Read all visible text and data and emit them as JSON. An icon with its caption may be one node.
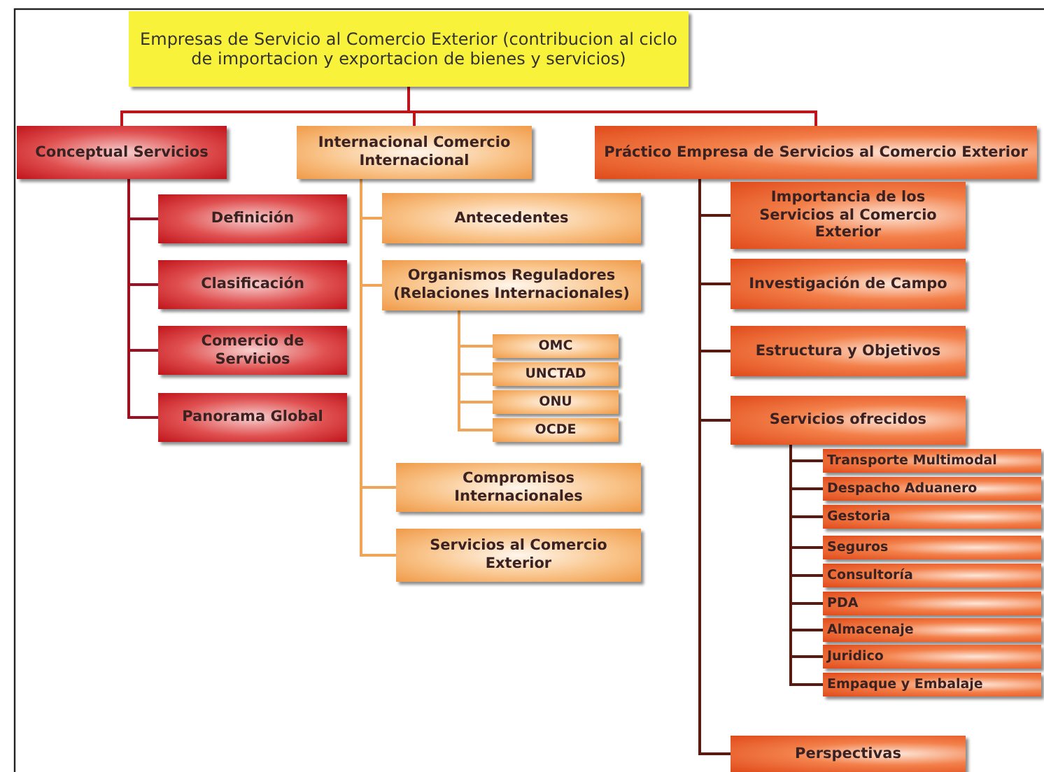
{
  "diagram": {
    "nodes": [
      {
        "text": [
          "Empresas de Servicio al Comercio Exterior (contribucion al ciclo de importacion y exportacion de bienes y servicios)"
        ]
      },
      {
        "text": [
          "Conceptual Servicios"
        ]
      },
      {
        "text": [
          "Internacional Comercio Internacional"
        ]
      },
      {
        "text": [
          "Práctico Empresa de Servicios al Comercio Exterior"
        ]
      },
      {
        "text": [
          "Definición"
        ]
      },
      {
        "text": [
          "Clasificación"
        ]
      },
      {
        "text": [
          "Comercio de Servicios"
        ]
      },
      {
        "text": [
          "Panorama Global"
        ]
      },
      {
        "text": [
          "Antecedentes"
        ]
      },
      {
        "text": [
          "Organismos Reguladores (Relaciones Internacionales)"
        ]
      },
      {
        "text": [
          "OMC"
        ]
      },
      {
        "text": [
          "UNCTAD"
        ]
      },
      {
        "text": [
          "ONU"
        ]
      },
      {
        "text": [
          "OCDE"
        ]
      },
      {
        "text": [
          "Compromisos Internacionales"
        ]
      },
      {
        "text": [
          "Servicios al Comercio Exterior"
        ]
      },
      {
        "text": [
          "Importancia de los Servicios al Comercio Exterior"
        ]
      },
      {
        "text": [
          "Investigación de Campo"
        ]
      },
      {
        "text": [
          "Estructura y Objetivos"
        ]
      },
      {
        "text": [
          "Servicios ofrecidos"
        ]
      },
      {
        "text": [
          "Transporte Multimodal"
        ]
      },
      {
        "text": [
          "Despacho Aduanero"
        ]
      },
      {
        "text": [
          "Gestoria"
        ]
      },
      {
        "text": [
          "Seguros"
        ]
      },
      {
        "text": [
          "Consultoría"
        ]
      },
      {
        "text": [
          "PDA"
        ]
      },
      {
        "text": [
          "Almacenaje"
        ]
      },
      {
        "text": [
          "Juridico"
        ]
      },
      {
        "text": [
          "Empaque y Embalaje"
        ]
      },
      {
        "text": [
          "Perspectivas"
        ]
      }
    ],
    "edges": [
      {
        "from": 0,
        "to": 1,
        "arrow": "none",
        "color": "#c0141c"
      },
      {
        "from": 0,
        "to": 2,
        "arrow": "none",
        "color": "#c0141c"
      },
      {
        "from": 0,
        "to": 3,
        "arrow": "none",
        "color": "#c0141c"
      },
      {
        "from": 1,
        "to": 4,
        "arrow": "none",
        "color": "#9e1020"
      },
      {
        "from": 1,
        "to": 5,
        "arrow": "none",
        "color": "#9e1020"
      },
      {
        "from": 1,
        "to": 6,
        "arrow": "none",
        "color": "#9e1020"
      },
      {
        "from": 1,
        "to": 7,
        "arrow": "none",
        "color": "#9e1020"
      },
      {
        "from": 2,
        "to": 8,
        "arrow": "none",
        "color": "#f0a458"
      },
      {
        "from": 2,
        "to": 9,
        "arrow": "none",
        "color": "#f0a458"
      },
      {
        "from": 9,
        "to": 10,
        "arrow": "none",
        "color": "#f0a458"
      },
      {
        "from": 9,
        "to": 11,
        "arrow": "none",
        "color": "#f0a458"
      },
      {
        "from": 9,
        "to": 12,
        "arrow": "none",
        "color": "#f0a458"
      },
      {
        "from": 9,
        "to": 13,
        "arrow": "none",
        "color": "#f0a458"
      },
      {
        "from": 2,
        "to": 14,
        "arrow": "none",
        "color": "#f0a458"
      },
      {
        "from": 2,
        "to": 15,
        "arrow": "none",
        "color": "#f0a458"
      },
      {
        "from": 3,
        "to": 16,
        "arrow": "none"
      },
      {
        "from": 3,
        "to": 17,
        "arrow": "none"
      },
      {
        "from": 3,
        "to": 18,
        "arrow": "none"
      },
      {
        "from": 3,
        "to": 19,
        "arrow": "none"
      },
      {
        "from": 19,
        "to": 20,
        "arrow": "none"
      },
      {
        "from": 19,
        "to": 21,
        "arrow": "none"
      },
      {
        "from": 19,
        "to": 22,
        "arrow": "none"
      },
      {
        "from": 19,
        "to": 23,
        "arrow": "none"
      },
      {
        "from": 19,
        "to": 24,
        "arrow": "none"
      },
      {
        "from": 19,
        "to": 25,
        "arrow": "none"
      },
      {
        "from": 19,
        "to": 26,
        "arrow": "none"
      },
      {
        "from": 19,
        "to": 27,
        "arrow": "none"
      },
      {
        "from": 19,
        "to": 28,
        "arrow": "none"
      },
      {
        "from": 3,
        "to": 29,
        "arrow": "none"
      }
    ]
  }
}
